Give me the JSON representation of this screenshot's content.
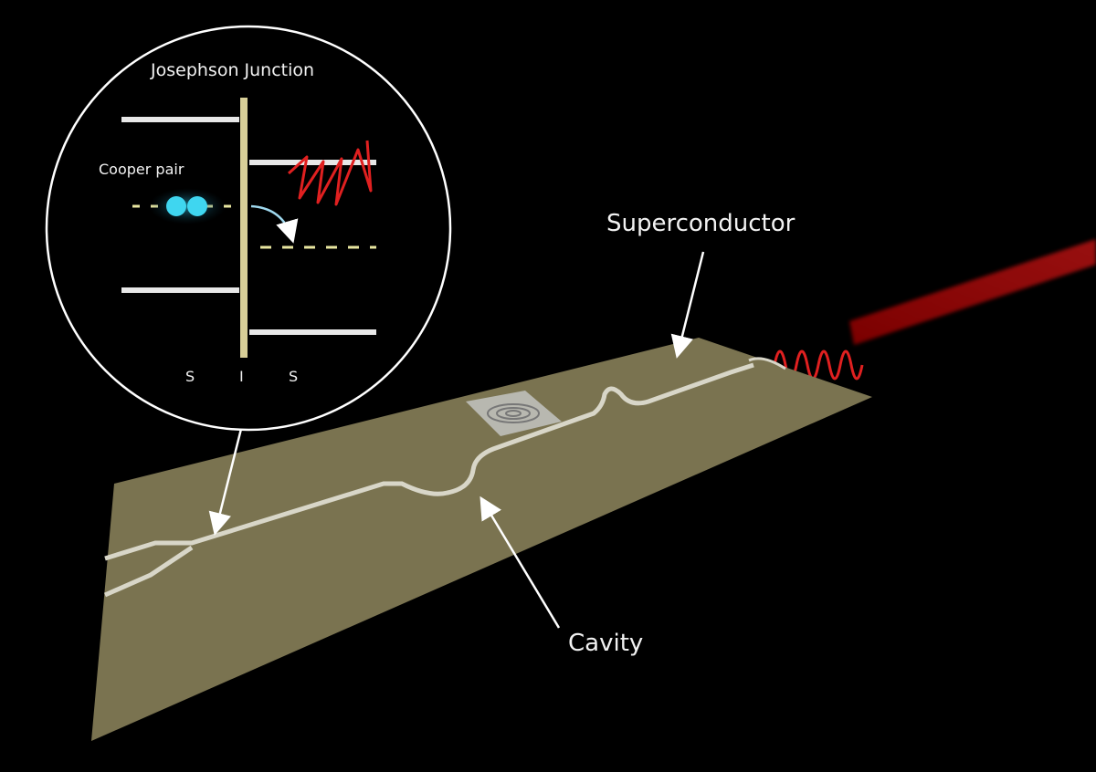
{
  "inset": {
    "title": "Josephson Junction",
    "cooper_label": "Cooper pair",
    "layers": [
      "S",
      "I",
      "S"
    ]
  },
  "labels": {
    "superconductor": "Superconductor",
    "cavity": "Cavity"
  },
  "colors": {
    "background": "#000000",
    "chip": "#7a7350",
    "barrier": "#d8cf98",
    "cooper": "#3fd6f0",
    "photon": "#e02020"
  }
}
